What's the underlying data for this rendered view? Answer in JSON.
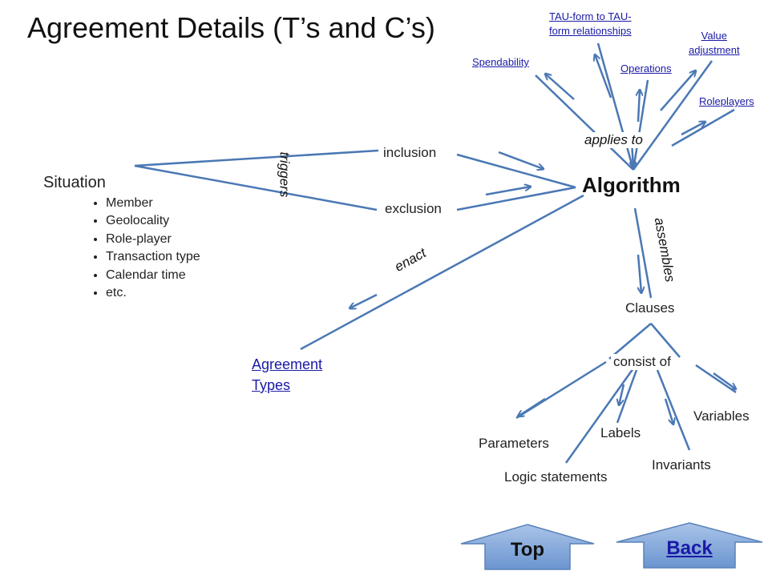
{
  "title": "Agreement Details (T’s and C’s)",
  "nodes": {
    "situation": "Situation",
    "inclusion": "inclusion",
    "exclusion": "exclusion",
    "algorithm": "Algorithm",
    "clauses": "Clauses",
    "consist_of": "consist of",
    "parameters": "Parameters",
    "logic_statements": "Logic statements",
    "labels": "Labels",
    "invariants": "Invariants",
    "variables": "Variables"
  },
  "situation_items": [
    "Member",
    "Geolocality",
    "Role-player",
    "Transaction type",
    "Calendar time",
    "etc."
  ],
  "edge_labels": {
    "triggers": "triggers",
    "enact": "enact",
    "applies_to": "applies to",
    "assembles": "assembles"
  },
  "links": {
    "tau_form_line1": "TAU-form to TAU-",
    "tau_form_line2": "form relationships",
    "spendability": "Spendability",
    "operations": "Operations",
    "value_adjustment_line1": "Value",
    "value_adjustment_line2": "adjustment",
    "roleplayers": "Roleplayers",
    "agreement_types_line1": "Agreement",
    "agreement_types_line2": "Types"
  },
  "nav": {
    "top": "Top",
    "back": "Back"
  },
  "colors": {
    "line": "#4a78b4",
    "link": "#1a1aa6",
    "nav_fill": "#7fa6d8"
  }
}
